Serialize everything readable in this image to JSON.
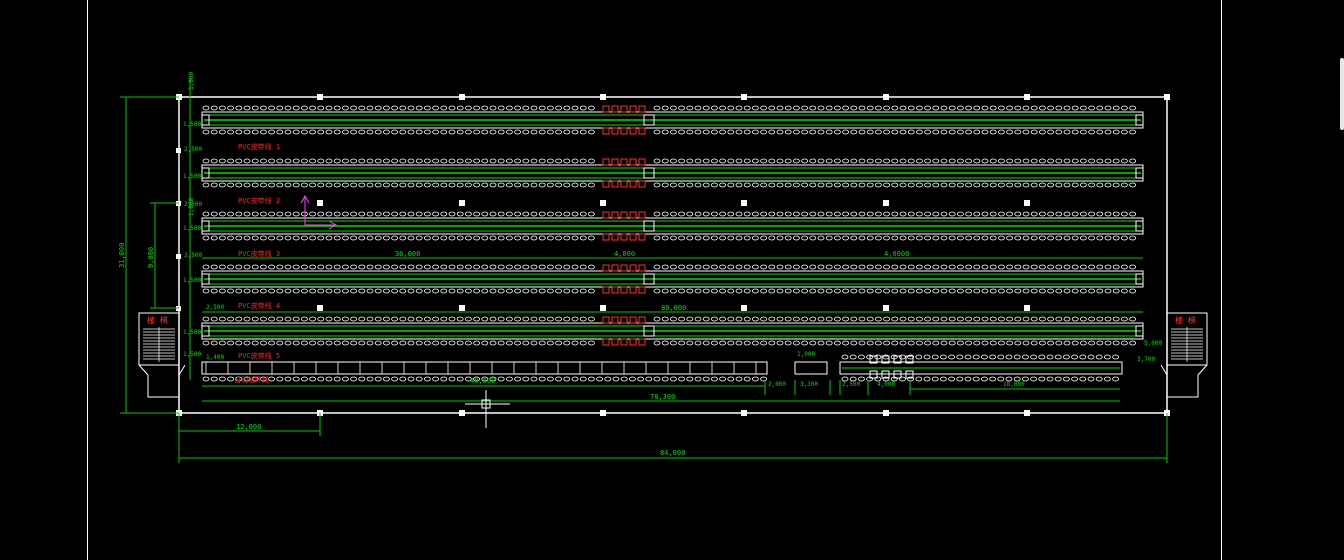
{
  "drawing": {
    "colors": {
      "background": "#000000",
      "frame": "#ffffff",
      "dimension": "#00c800",
      "conveyor": "#00dd00",
      "label_red": "#ff2020",
      "machine_red": "#ff3030",
      "text_green": "#00dd00",
      "cursor_magenta": "#ff40ff"
    },
    "overall_dims": {
      "total_length": "84,000",
      "total_height": "31,000",
      "partial_height": "9,000",
      "left_span": "12,000",
      "bottom_span": "78,300"
    },
    "row_dims": {
      "left_top": "1,000",
      "row_pitch": "2,500",
      "row_width": "1,500",
      "segment_a": "36,000",
      "segment_b": "4,000",
      "segment_c": "4,0000",
      "segment_d": "80,000",
      "bottom_a": "1,400",
      "bottom_b": "48,000"
    },
    "conveyors": [
      {
        "label": "PVC皮带线 1"
      },
      {
        "label": "PVC皮带线 2"
      },
      {
        "label": "PVC皮带线 3"
      },
      {
        "label": "PVC皮带线 4"
      },
      {
        "label": "PVC皮带线 5"
      }
    ],
    "bottom_line": {
      "label": "自动循环线",
      "dims": [
        "2,000",
        "3,300",
        "2,500",
        "4,000",
        "18,000",
        "3,700",
        "5,000",
        "1,000"
      ]
    },
    "stairs": {
      "left_label": "楼 梯",
      "right_label": "楼 梯"
    }
  }
}
